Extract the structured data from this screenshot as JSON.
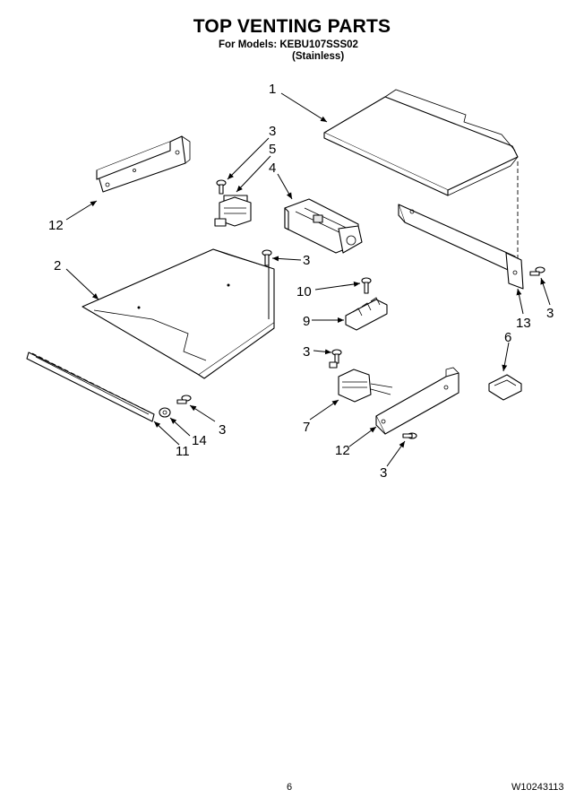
{
  "header": {
    "title": "TOP VENTING PARTS",
    "models_line": "For Models: KEBU107SSS02",
    "variant_line": "(Stainless)"
  },
  "footer": {
    "page_number": "6",
    "document_number": "W10243113"
  },
  "callouts": {
    "c1": "1",
    "c2": "2",
    "c3a": "3",
    "c5": "5",
    "c4": "4",
    "c12a": "12",
    "c3b": "3",
    "c10": "10",
    "c9": "9",
    "c3c": "3",
    "c7": "7",
    "c6": "6",
    "c13": "13",
    "c3d": "3",
    "c3e": "3",
    "c14": "14",
    "c11": "11",
    "c12b": "12",
    "c3f": "3"
  }
}
